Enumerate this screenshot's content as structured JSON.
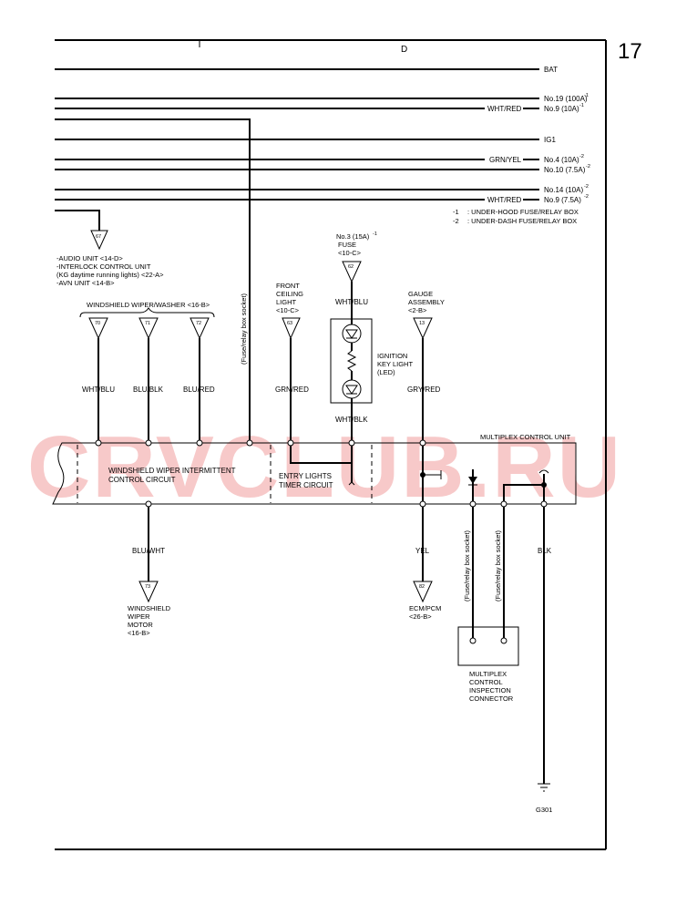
{
  "page_number": "17",
  "section_letter": "D",
  "watermark": "CRVCLUB.RU",
  "power_lines": {
    "bat": "BAT",
    "no19": "No.19 (100A)",
    "no19_note": "-1",
    "wht_red_1": "WHT/RED",
    "no9a": "No.9 (10A)",
    "no9a_note": "-1",
    "ig1": "IG1",
    "grn_yel": "GRN/YEL",
    "no4": "No.4 (10A)",
    "no4_note": "-2",
    "no10": "No.10 (7.5A)",
    "no10_note": "-2",
    "no14": "No.14 (10A)",
    "no14_note": "-2",
    "wht_red_2": "WHT/RED",
    "no9b": "No.9 (7.5A)",
    "no9b_note": "-2"
  },
  "legend": {
    "l1_key": "-1",
    "l1_text": ": UNDER-HOOD FUSE/RELAY BOX",
    "l2_key": "-2",
    "l2_text": ": UNDER-DASH FUSE/RELAY BOX"
  },
  "conn67": {
    "num": "67",
    "lines": [
      "-AUDIO UNIT <14-D>",
      "-INTERLOCK CONTROL UNIT",
      "(KG daytime running lights) <22-A>",
      "-AVN UNIT <14-B>"
    ]
  },
  "wiper_group": {
    "title": "WINDSHIELD WIPER/WASHER <16-B>",
    "c70": "70",
    "c71": "71",
    "c72": "72"
  },
  "wires": {
    "wht_blu": "WHT/BLU",
    "blu_blk": "BLU/BLK",
    "blu_red": "BLU/RED",
    "grn_red": "GRN/RED",
    "gry_red": "GRY/RED",
    "wht_blk": "WHT/BLK",
    "wht_blu_fuse": "WHT/BLU",
    "blu_wht": "BLU/WHT",
    "yel": "YEL",
    "blk": "BLK"
  },
  "fuse_relay_socket": "(Fuse/relay box socket)",
  "fuse_relay_socket_1": "(Fuse/relay box socket)",
  "fuse_relay_socket_2": "(Fuse/relay box socket)",
  "front_ceiling": {
    "lines": [
      "FRONT",
      "CEILING",
      "LIGHT",
      "<10-C>"
    ],
    "num": "63"
  },
  "fuse3": {
    "lines": [
      "No.3 (15A)",
      "FUSE",
      "<10-C>"
    ],
    "sup": "-1",
    "num": "62"
  },
  "ignition_key": {
    "lines": [
      "IGNITION",
      "KEY LIGHT",
      "(LED)"
    ]
  },
  "gauge": {
    "lines": [
      "GAUGE",
      "ASSEMBLY",
      "<2-B>"
    ],
    "num": "13"
  },
  "multiplex_label": "MULTIPLEX CONTROL UNIT",
  "wiper_circuit": [
    "WINDSHIELD WIPER INTERMITTENT",
    "CONTROL CIRCUIT"
  ],
  "entry_circuit": [
    "ENTRY LIGHTS",
    "TIMER CIRCUIT"
  ],
  "motor": {
    "num": "73",
    "lines": [
      "WINDSHIELD",
      "WIPER",
      "MOTOR",
      "<16-B>"
    ]
  },
  "ecm": {
    "num": "82",
    "lines": [
      "ECM/PCM",
      "<26-B>"
    ]
  },
  "inspection": {
    "lines": [
      "MULTIPLEX",
      "CONTROL",
      "INSPECTION",
      "CONNECTOR"
    ]
  },
  "ground": "G301",
  "colors": {
    "wire": "#000000",
    "watermark": "#f7c9c9",
    "background": "#ffffff"
  }
}
